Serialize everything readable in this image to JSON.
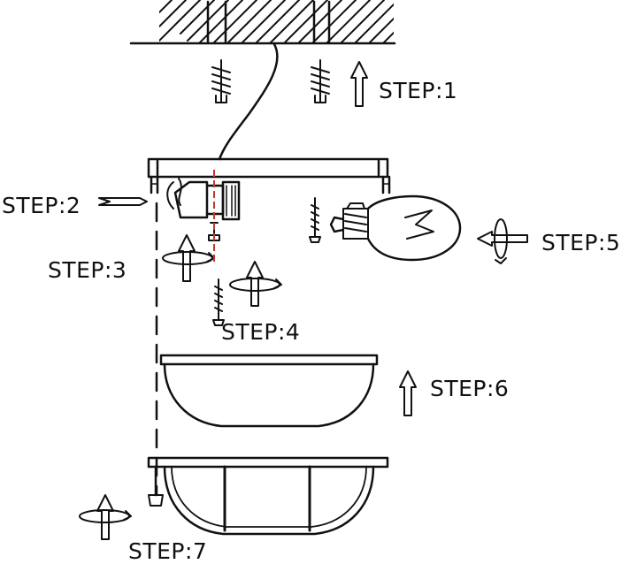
{
  "steps": {
    "step1": "STEP:1",
    "step2": "STEP:2",
    "step3": "STEP:3",
    "step4": "STEP:4",
    "step5": "STEP:5",
    "step6": "STEP:6",
    "step7": "STEP:7"
  },
  "colors": {
    "line": "#111111",
    "marker": "#c0392b"
  }
}
